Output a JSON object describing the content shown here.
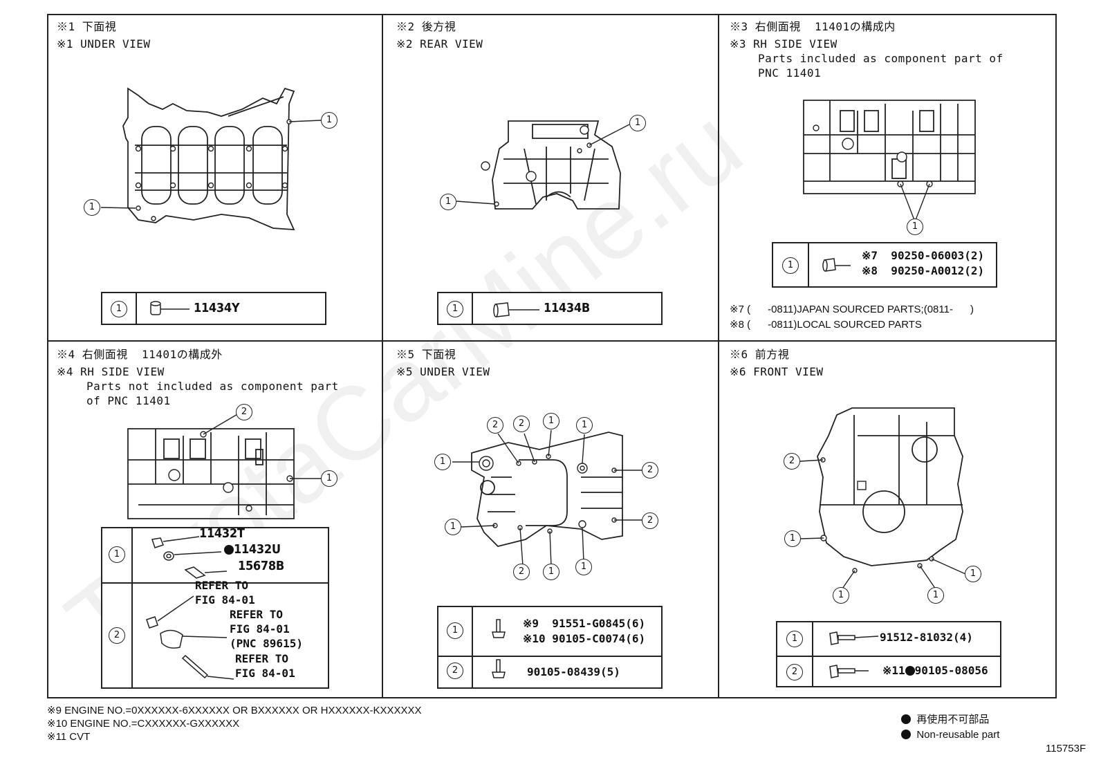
{
  "panels": [
    {
      "id": "p1",
      "title_jp": "※1 下面視",
      "title_en": "※1 UNDER VIEW",
      "desc": []
    },
    {
      "id": "p2",
      "title_jp": "※2 後方視",
      "title_en": "※2 REAR VIEW",
      "desc": []
    },
    {
      "id": "p3",
      "title_jp": "※3 右側面視  11401の構成内",
      "title_en": "※3 RH SIDE VIEW",
      "desc": [
        "Parts included as component part of",
        "PNC 11401"
      ]
    },
    {
      "id": "p4",
      "title_jp": "※4 右側面視  11401の構成外",
      "title_en": "※4 RH SIDE VIEW",
      "desc": [
        "Parts not included as component part",
        "of PNC 11401"
      ]
    },
    {
      "id": "p5",
      "title_jp": "※5 下面視",
      "title_en": "※5 UNDER VIEW",
      "desc": []
    },
    {
      "id": "p6",
      "title_jp": "※6 前方視",
      "title_en": "※6 FRONT VIEW",
      "desc": []
    }
  ],
  "callouts": {
    "one": "1",
    "two": "2"
  },
  "tables": {
    "p1": {
      "part": "11434Y"
    },
    "p2": {
      "part": "11434B"
    },
    "p3": {
      "line1": "※7  90250-06003(2)",
      "line2": "※8  90250-A0012(2)"
    },
    "p3_notes": [
      "※7 (      -0811)JAPAN SOURCED PARTS;(0811-      )",
      "※8 (      -0811)LOCAL SOURCED PARTS"
    ],
    "p4": {
      "r1a": "11432T",
      "r1b": "11432U",
      "r1c": "15678B",
      "refer1": "REFER TO\nFIG 84-01",
      "refer2": "REFER TO\nFIG 84-01\n(PNC 89615)",
      "refer3": "REFER TO\nFIG 84-01"
    },
    "p5": {
      "r1a": "※9  91551-G0845(6)",
      "r1b": "※10 90105-C0074(6)",
      "r2": "90105-08439(5)"
    },
    "p6": {
      "r1": "91512-81032(4)",
      "r2": "※11",
      "r2b": "90105-08056"
    }
  },
  "footnotes": [
    "※9 ENGINE NO.=0XXXXXX-6XXXXXX OR BXXXXXX OR HXXXXXX-KXXXXXX",
    "※10 ENGINE NO.=CXXXXXX-GXXXXXX",
    "※11 CVT"
  ],
  "legend": {
    "jp": "再使用不可部品",
    "en": "Non-reusable part"
  },
  "figure_id": "115753F",
  "watermark": "ToyotaCarMine.ru"
}
